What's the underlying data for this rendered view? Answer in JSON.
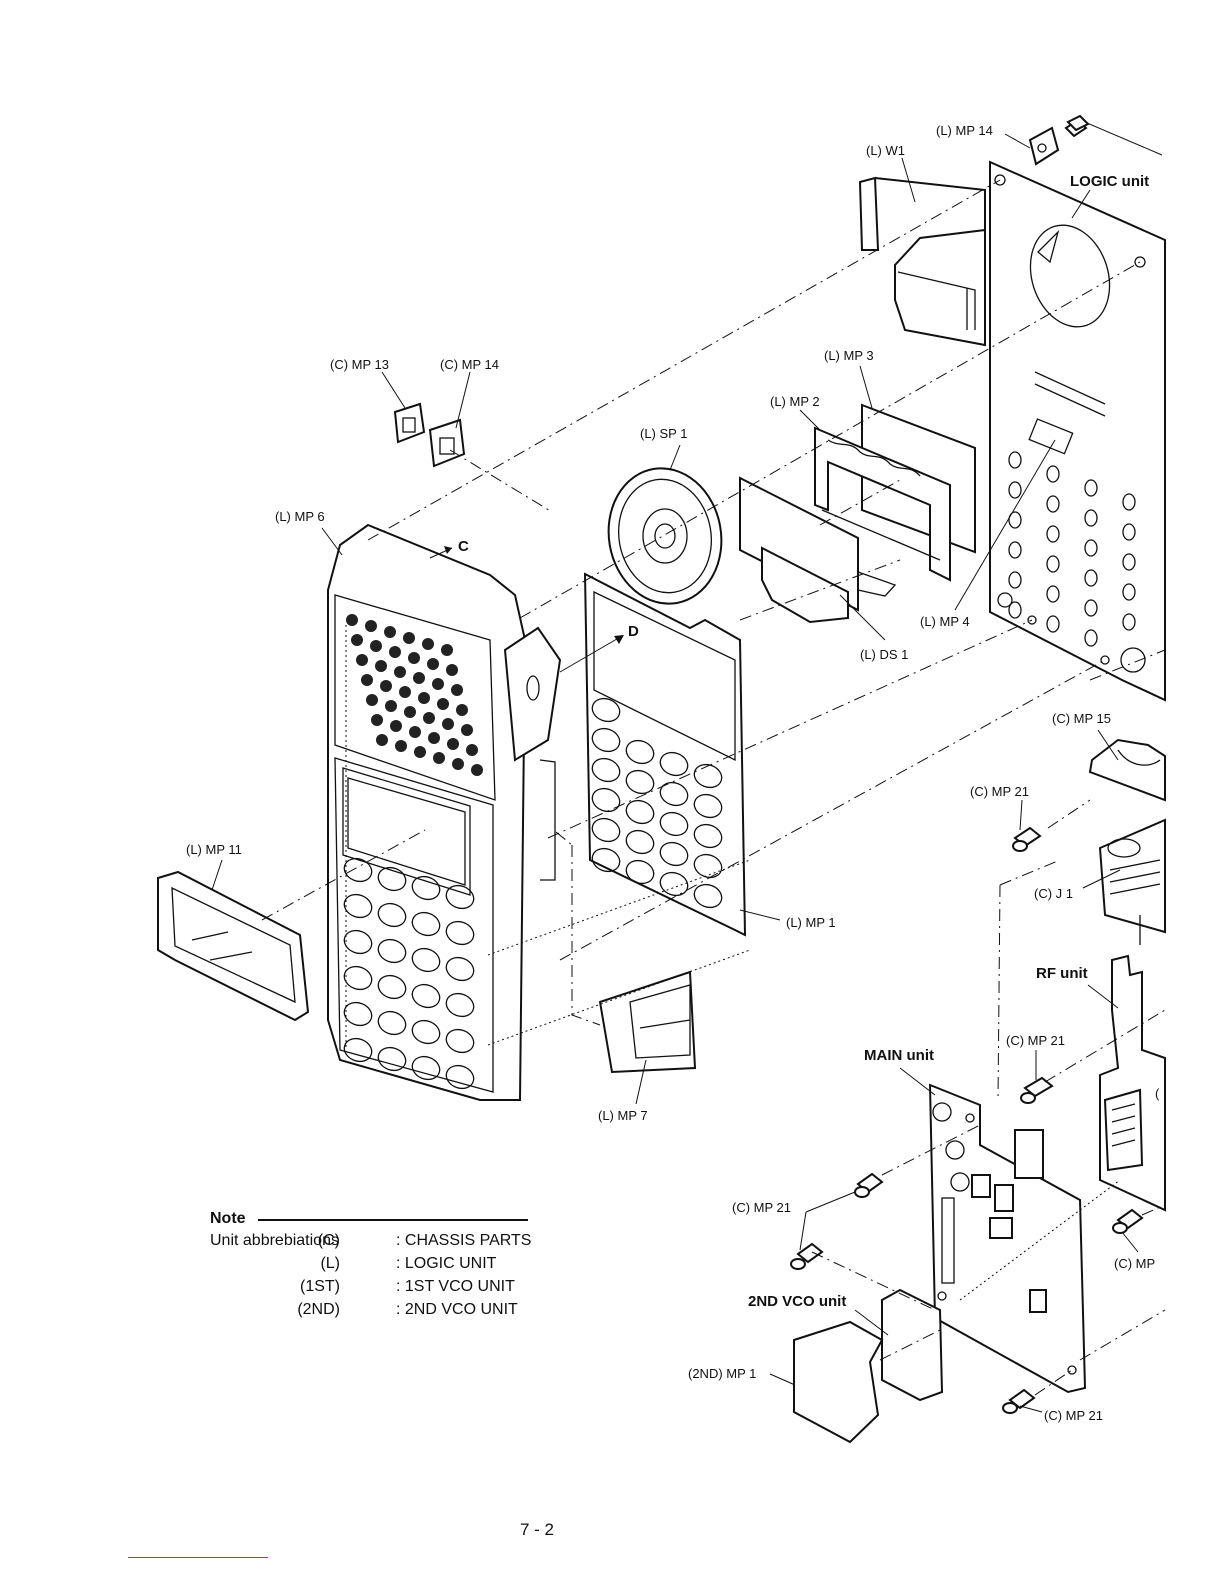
{
  "labels": {
    "l_mp14": "(L) MP 14",
    "l_w1": "(L) W1",
    "logic_unit": "LOGIC unit",
    "c_mp13": "(C) MP 13",
    "c_mp14": "(C) MP 14",
    "l_mp3": "(L) MP 3",
    "l_mp2": "(L) MP 2",
    "l_sp1": "(L) SP 1",
    "l_mp6": "(L) MP 6",
    "c_mark": "C",
    "d_mark": "D",
    "l_mp4": "(L) MP 4",
    "l_ds1": "(L) DS 1",
    "c_mp15": "(C) MP 15",
    "c_mp21_a": "(C) MP 21",
    "l_mp11": "(L) MP 11",
    "c_j1": "(C) J 1",
    "l_mp1": "(L) MP 1",
    "rf_unit": "RF unit",
    "c_mp21_b": "(C) MP 21",
    "main_unit": "MAIN unit",
    "c_partial": "(",
    "l_mp7": "(L) MP 7",
    "c_mp21_c": "(C) MP 21",
    "c_mp_partial": "(C) MP",
    "vco2_unit": "2ND VCO unit",
    "vco2_mp1": "(2ND) MP 1",
    "c_mp21_d": "(C) MP 21"
  },
  "note": {
    "title": "Note",
    "intro": "Unit abbrebiations",
    "items": [
      {
        "abbr": "(C)",
        "desc": ": CHASSIS PARTS"
      },
      {
        "abbr": "(L)",
        "desc": ": LOGIC UNIT"
      },
      {
        "abbr": "(1ST)",
        "desc": ": 1ST VCO UNIT"
      },
      {
        "abbr": "(2ND)",
        "desc": ": 2ND VCO UNIT"
      }
    ]
  },
  "page_number": "7 - 2"
}
